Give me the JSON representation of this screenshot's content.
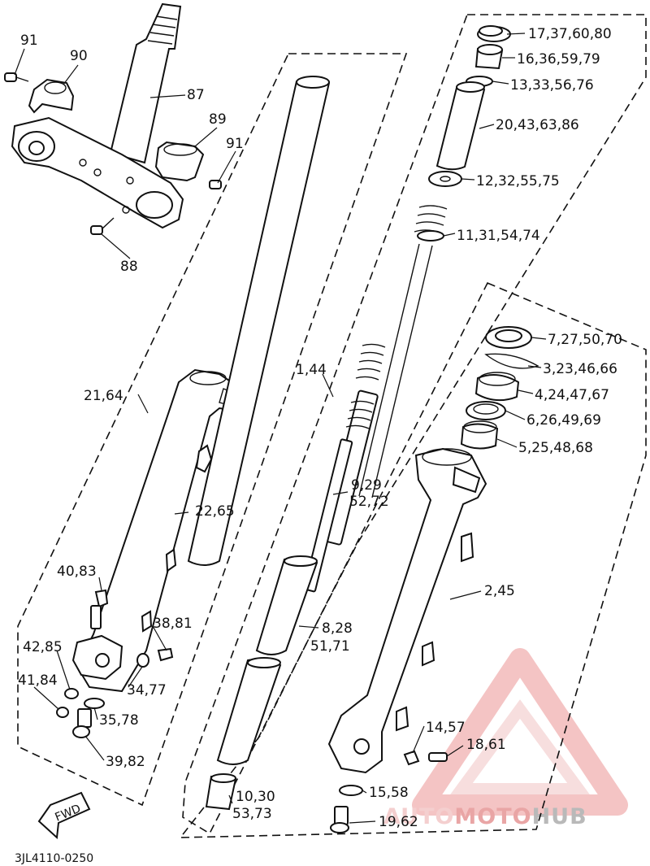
{
  "labels": {
    "p91a": "91",
    "p90": "90",
    "p87": "87",
    "p89": "89",
    "p91b": "91",
    "p88": "88",
    "p17": "17,37,60,80",
    "p16": "16,36,59,79",
    "p13": "13,33,56,76",
    "p20": "20,43,63,86",
    "p12": "12,32,55,75",
    "p11": "11,31,54,74",
    "p7": "7,27,50,70",
    "p3": "3,23,46,66",
    "p4": "4,24,47,67",
    "p6": "6,26,49,69",
    "p5": "5,25,48,68",
    "p21": "21,64",
    "p1": "1,44",
    "p22": "22,65",
    "p9a": "9,29",
    "p9b": "52,72",
    "p2": "2,45",
    "p40": "40,83",
    "p38": "38,81",
    "p8a": "8,28",
    "p8b": "51,71",
    "p42": "42,85",
    "p34": "34,77",
    "p41": "41,84",
    "p35": "35,78",
    "p14": "14,57",
    "p18": "18,61",
    "p39": "39,82",
    "p10a": "10,30",
    "p10b": "53,73",
    "p15": "15,58",
    "p19": "19,62",
    "fwd": "FWD",
    "code": "3JL4110-0250"
  },
  "watermark": {
    "part1": "AUTO",
    "part2": "MOTO",
    "part3": "HUB",
    "color_light": "#f4cfcf",
    "color_mid": "#e9a5a5",
    "color_grey": "#b9b9b9"
  }
}
